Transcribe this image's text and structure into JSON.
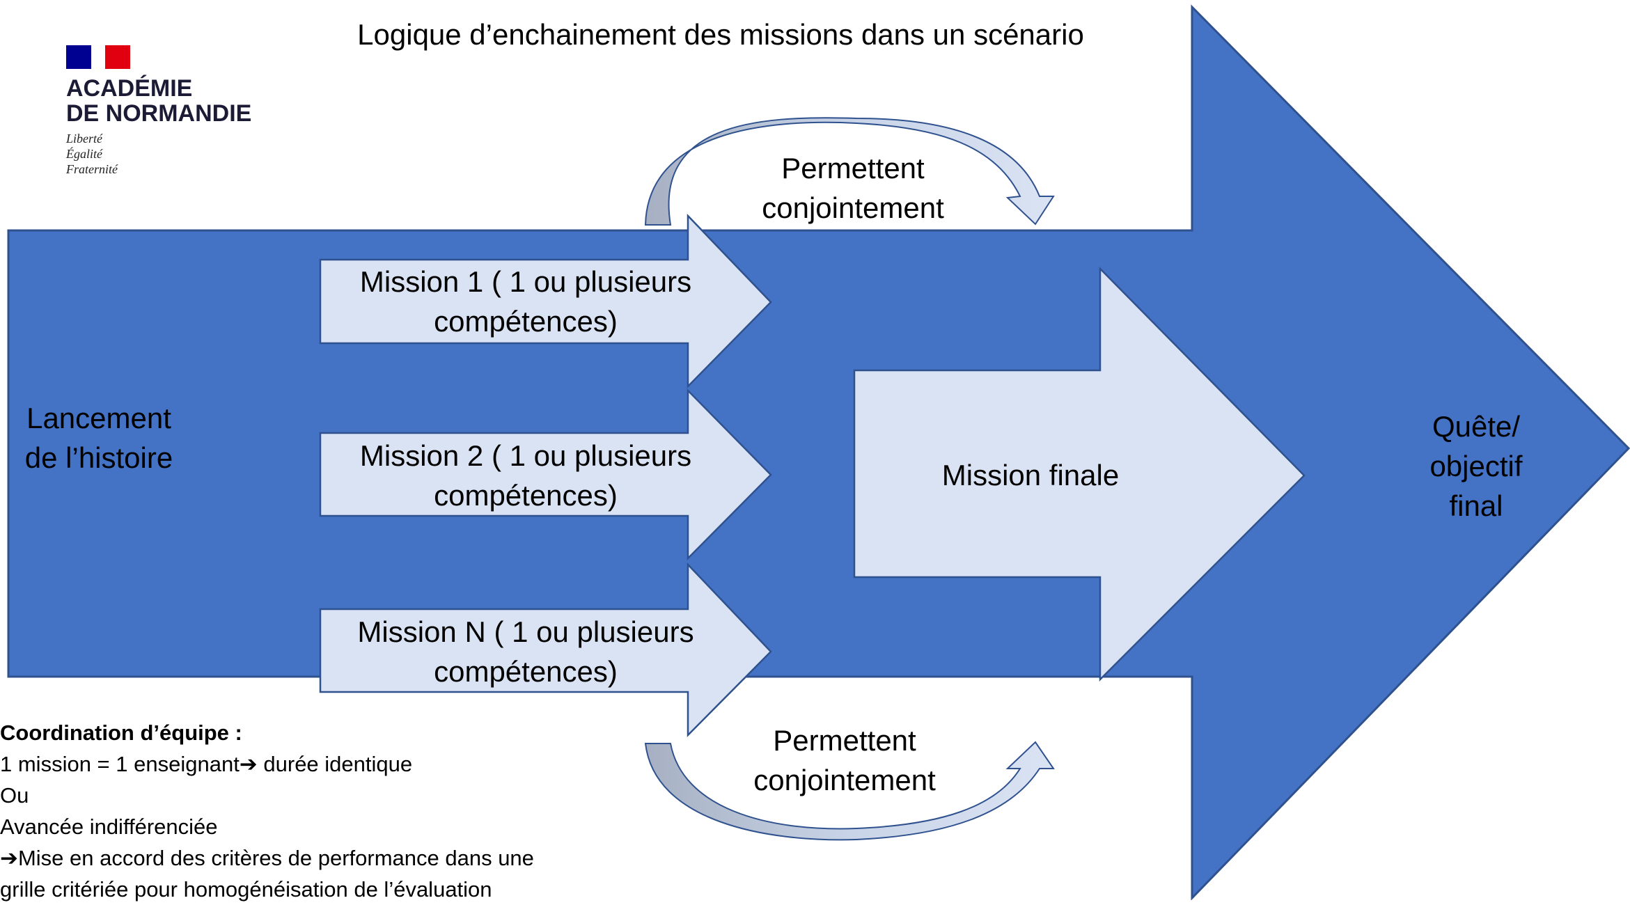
{
  "title": "Logique d’enchainement des missions dans un scénario",
  "logo": {
    "org_line1": "ACADÉMIE",
    "org_line2": "DE NORMANDIE",
    "motto": [
      "Liberté",
      "Égalité",
      "Fraternité"
    ]
  },
  "diagram": {
    "big_arrow": {
      "left_label": [
        "Lancement",
        "de l’histoire"
      ],
      "right_label": [
        "Quête/",
        "objectif",
        "final"
      ]
    },
    "missions": [
      {
        "line1": "Mission 1 ( 1 ou plusieurs",
        "line2": "compétences)"
      },
      {
        "line1": "Mission 2 ( 1 ou plusieurs",
        "line2": "compétences)"
      },
      {
        "line1": "Mission N ( 1 ou plusieurs",
        "line2": "compétences)"
      }
    ],
    "final_mission": "Mission finale",
    "curved_top": [
      "Permettent",
      "conjointement"
    ],
    "curved_bottom": [
      "Permettent",
      "conjointement"
    ]
  },
  "coordination": {
    "heading": "Coordination d’équipe :",
    "lines": [
      "1 mission = 1 enseignant➔ durée identique",
      "Ou",
      "Avancée indifférenciée",
      "➔Mise en accord des critères de performance dans une",
      "grille critériée pour homogénéisation de l’évaluation"
    ]
  },
  "colors": {
    "main_blue": "#4472c4",
    "border_blue": "#2f528f",
    "light_fill": "#dae3f3",
    "curve_dark": "#a6b0c2"
  }
}
